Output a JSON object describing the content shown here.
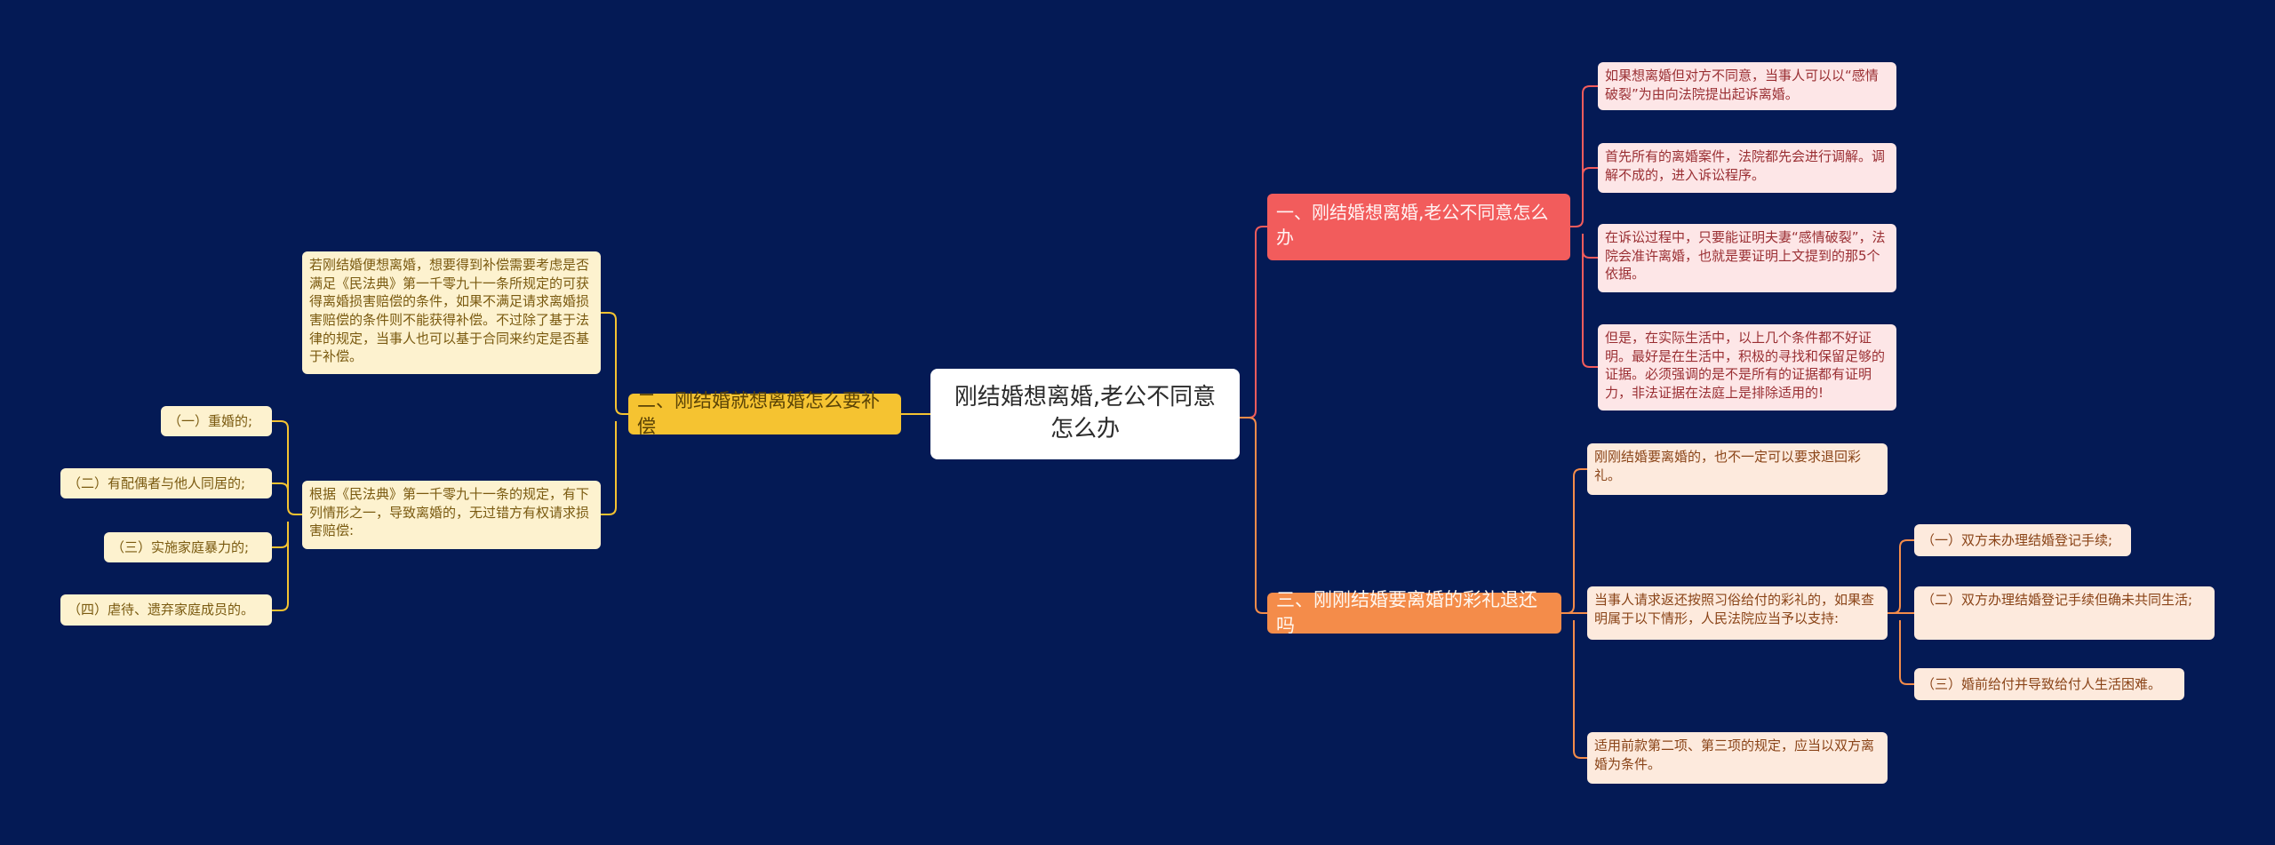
{
  "root": {
    "title": "刚结婚想离婚,老公不同意怎么办"
  },
  "branch1": {
    "title": "一、刚结婚想离婚,老公不同意怎么办",
    "leaves": [
      "如果想离婚但对方不同意，当事人可以以“感情破裂”为由向法院提出起诉离婚。",
      "首先所有的离婚案件，法院都先会进行调解。调解不成的，进入诉讼程序。",
      "在诉讼过程中，只要能证明夫妻“感情破裂”，法院会准许离婚，也就是要证明上文提到的那5个依据。",
      "但是，在实际生活中，以上几个条件都不好证明。最好是在生活中，积极的寻找和保留足够的证据。必须强调的是不是所有的证据都有证明力，非法证据在法庭上是排除适用的!"
    ]
  },
  "branch2": {
    "title": "二、刚结婚就想离婚怎么要补偿",
    "leaf_a": "若刚结婚便想离婚，想要得到补偿需要考虑是否满足《民法典》第一千零九十一条所规定的可获得离婚损害赔偿的条件，如果不满足请求离婚损害赔偿的条件则不能获得补偿。不过除了基于法律的规定，当事人也可以基于合同来约定是否基于补偿。",
    "leaf_b": "根据《民法典》第一千零九十一条的规定，有下列情形之一，导致离婚的，无过错方有权请求损害赔偿:",
    "sub": [
      "（一）重婚的;",
      "（二）有配偶者与他人同居的;",
      "（三）实施家庭暴力的;",
      "（四）虐待、遗弃家庭成员的。"
    ]
  },
  "branch3": {
    "title": "三、刚刚结婚要离婚的彩礼退还吗",
    "leaf_a": "刚刚结婚要离婚的，也不一定可以要求退回彩礼。",
    "leaf_b": "当事人请求返还按照习俗给付的彩礼的，如果查明属于以下情形，人民法院应当予以支持:",
    "leaf_c": "适用前款第二项、第三项的规定，应当以双方离婚为条件。",
    "sub": [
      "（一）双方未办理结婚登记手续;",
      "（二）双方办理结婚登记手续但确未共同生活;",
      "（三）婚前给付并导致给付人生活困难。"
    ]
  },
  "colors": {
    "background": "#041a55",
    "branch1": "#f25c5c",
    "branch2": "#f5c331",
    "branch3": "#f48c4a"
  }
}
